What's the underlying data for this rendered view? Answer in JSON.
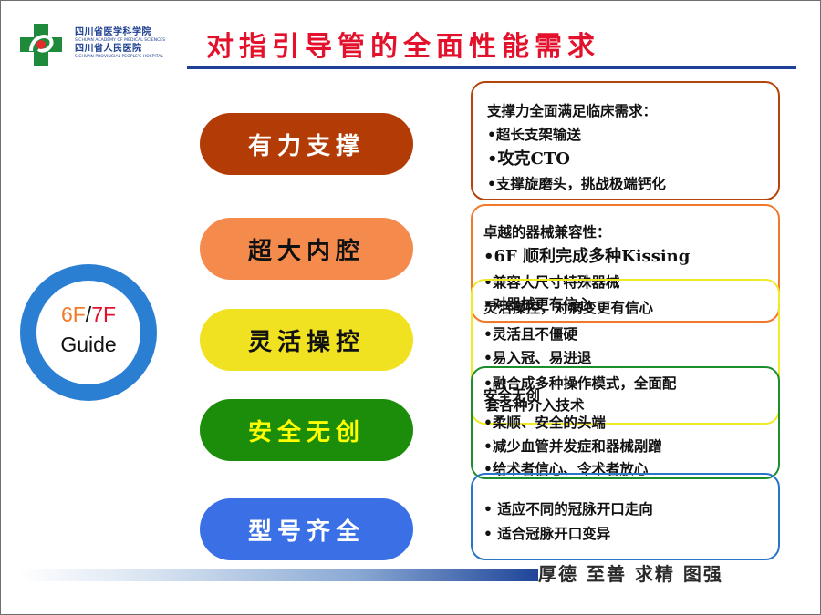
{
  "header": {
    "hospital_cn_1": "四川省医学科学院",
    "hospital_cn_2": "四川省人民医院",
    "hospital_en_1": "SICHUAN ACADEMY OF MEDICAL SCIENCES",
    "hospital_en_2": "SICHUAN PROVINCIAL PEOPLE'S HOSPITAL",
    "title": "对指引导管的全面性能需求"
  },
  "circle": {
    "part_a": "6F",
    "slash": "/",
    "part_b": "7F",
    "line2": "Guide"
  },
  "pills": [
    {
      "label": "有力支撑",
      "bg": "#b33b05",
      "fg": "#ffffff"
    },
    {
      "label": "超大内腔",
      "bg": "#f48a4c",
      "fg": "#111111"
    },
    {
      "label": "灵活操控",
      "bg": "#f0e221",
      "fg": "#111111"
    },
    {
      "label": "安全无创",
      "bg": "#1b8d0a",
      "fg": "#ffff00"
    },
    {
      "label": "型号齐全",
      "bg": "#3a6fe6",
      "fg": "#ffffff"
    }
  ],
  "box1": {
    "heading": "支撑力全面满足临床需求：",
    "item1": "•超长支架输送",
    "item2": "•攻克CTO",
    "item3": "•支撑旋磨头，挑战极端钙化",
    "border": "#b5460b"
  },
  "box2": {
    "heading": "卓越的器械兼容性：",
    "item1": "•6F 顺利完成多种Kissing",
    "item2": "•兼容大尺寸特殊器械",
    "item3": "•对器械更有信心",
    "border": "#f07a2a"
  },
  "box3": {
    "item1": "灵活操控，对病变更有信心",
    "item2": "•灵活且不僵硬",
    "item3": "•易入冠、易进退",
    "item4": "•融合成多种操作模式，全面配",
    "item5": "套各种介入技术",
    "border": "#f0ea2a"
  },
  "box4": {
    "item1": "安全无创",
    "item2": "•柔顺、安全的头端",
    "item3": "•减少血管并发症和器械剐蹭",
    "item4": "•给术者信心、令术者放心",
    "border": "#1c8f2c"
  },
  "box5": {
    "item1": "•   适应不同的冠脉开口走向",
    "item2": "•   适合冠脉开口变异",
    "border": "#2a75c8"
  },
  "footer": {
    "motto": "厚德 至善 求精 图强"
  },
  "colors": {
    "title_red": "#e4112c",
    "rule_blue": "#1f3f99",
    "ring_blue": "#2a7fd3",
    "orange": "#f07a2a",
    "red_f": "#e4112c"
  }
}
